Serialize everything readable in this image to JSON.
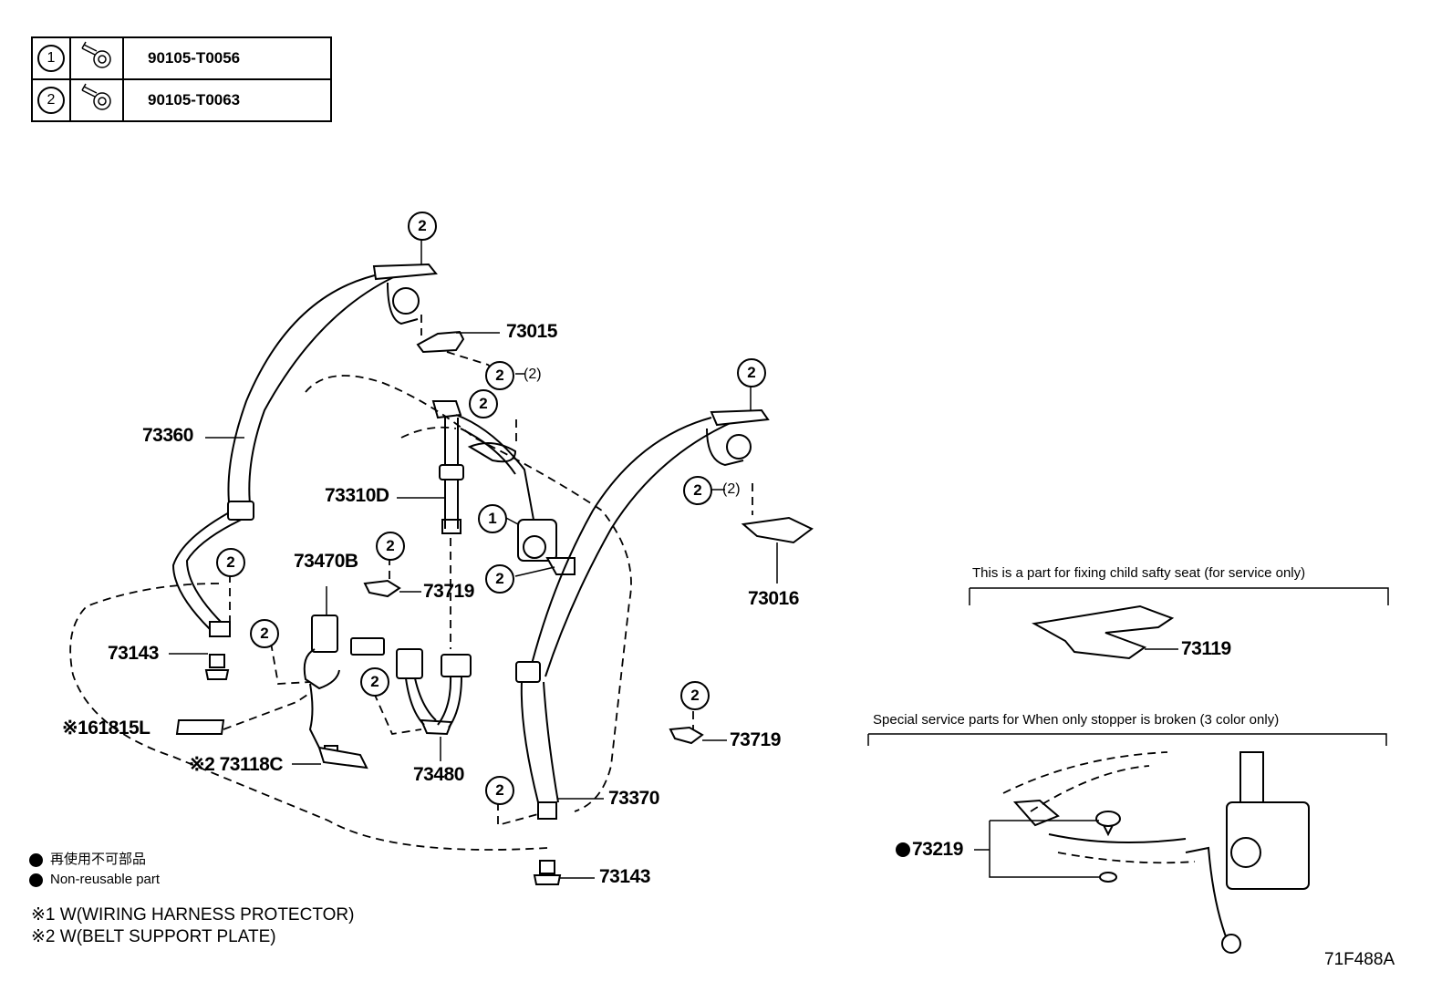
{
  "fastener_table": [
    {
      "ref": "1",
      "icon": "bolt-icon",
      "part_no": "90105-T0056"
    },
    {
      "ref": "2",
      "icon": "bolt-icon",
      "part_no": "90105-T0063"
    }
  ],
  "callouts": {
    "ref1": "1",
    "ref2": "2",
    "qty2": "(2)"
  },
  "parts": {
    "p73015": "73015",
    "p73360": "73360",
    "p73310d": "73310D",
    "p73470b": "73470B",
    "p73719_a": "73719",
    "p73719_b": "73719",
    "p73016": "73016",
    "p73143_a": "73143",
    "p73143_b": "73143",
    "p161815l": "※161815L",
    "p73118c": "※2 73118C",
    "p73480": "73480",
    "p73370": "73370",
    "p73119": "73119",
    "p73219": "73219"
  },
  "notes": {
    "child_seat": "This is a part for fixing child safty seat (for service only)",
    "stopper": "Special service parts for When only stopper is broken (3 color only)"
  },
  "legend": {
    "non_reusable_jp": "再使用不可部品",
    "non_reusable_en": "Non-reusable part",
    "footnote1": "※1 W(WIRING HARNESS PROTECTOR)",
    "footnote2": "※2 W(BELT SUPPORT PLATE)"
  },
  "figure_code": "71F488A"
}
